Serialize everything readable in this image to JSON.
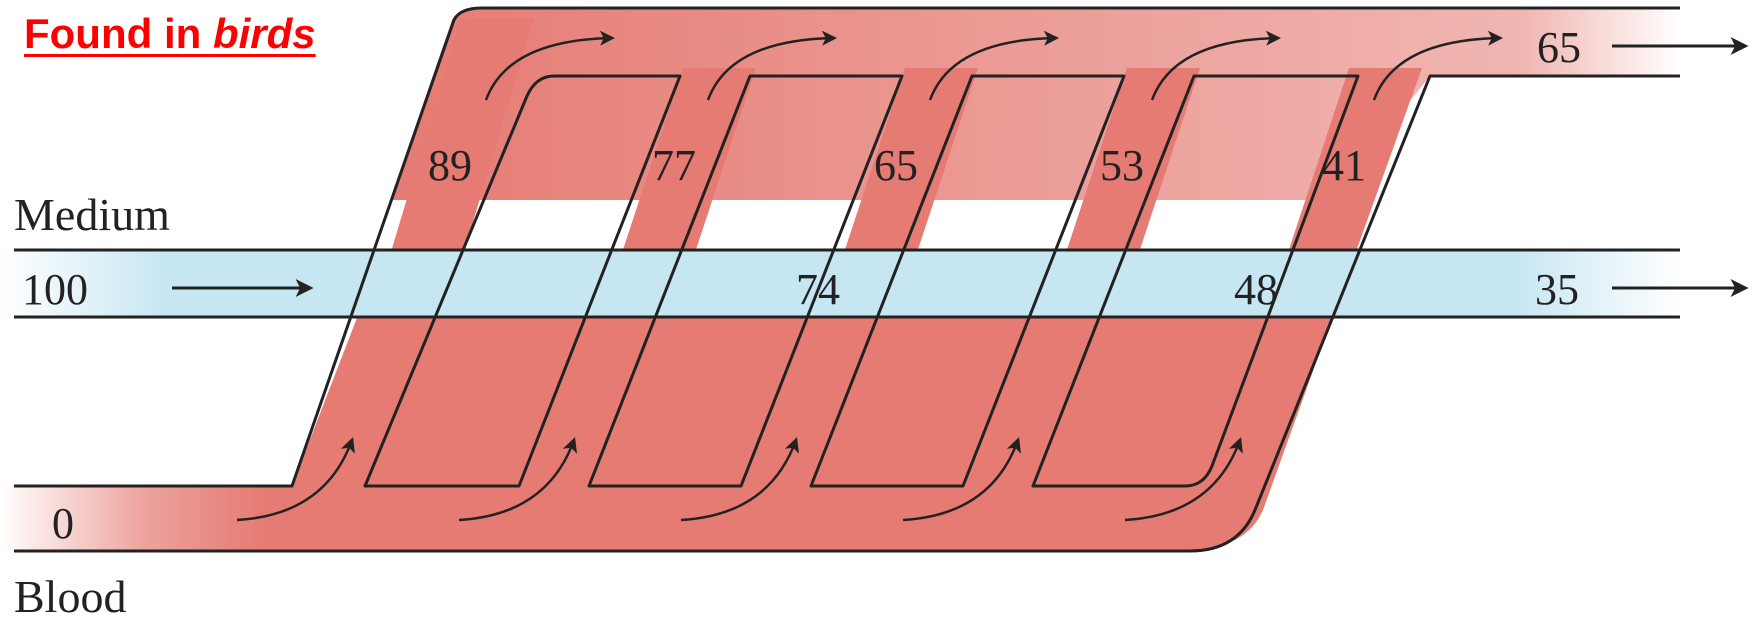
{
  "title": {
    "prefix": "Found in ",
    "emphasis": "birds"
  },
  "labels": {
    "medium": "Medium",
    "blood": "Blood"
  },
  "medium_values": {
    "inlet": "100",
    "mid1": "74",
    "mid2": "48",
    "outlet": "35"
  },
  "blood_values": {
    "inlet": "0",
    "outlet": "65"
  },
  "loop_values": [
    "89",
    "77",
    "65",
    "53",
    "41"
  ],
  "colors": {
    "blood": "#e57b73",
    "medium": "#c6e6f2",
    "outline": "#222222",
    "title": "#ff0000"
  }
}
